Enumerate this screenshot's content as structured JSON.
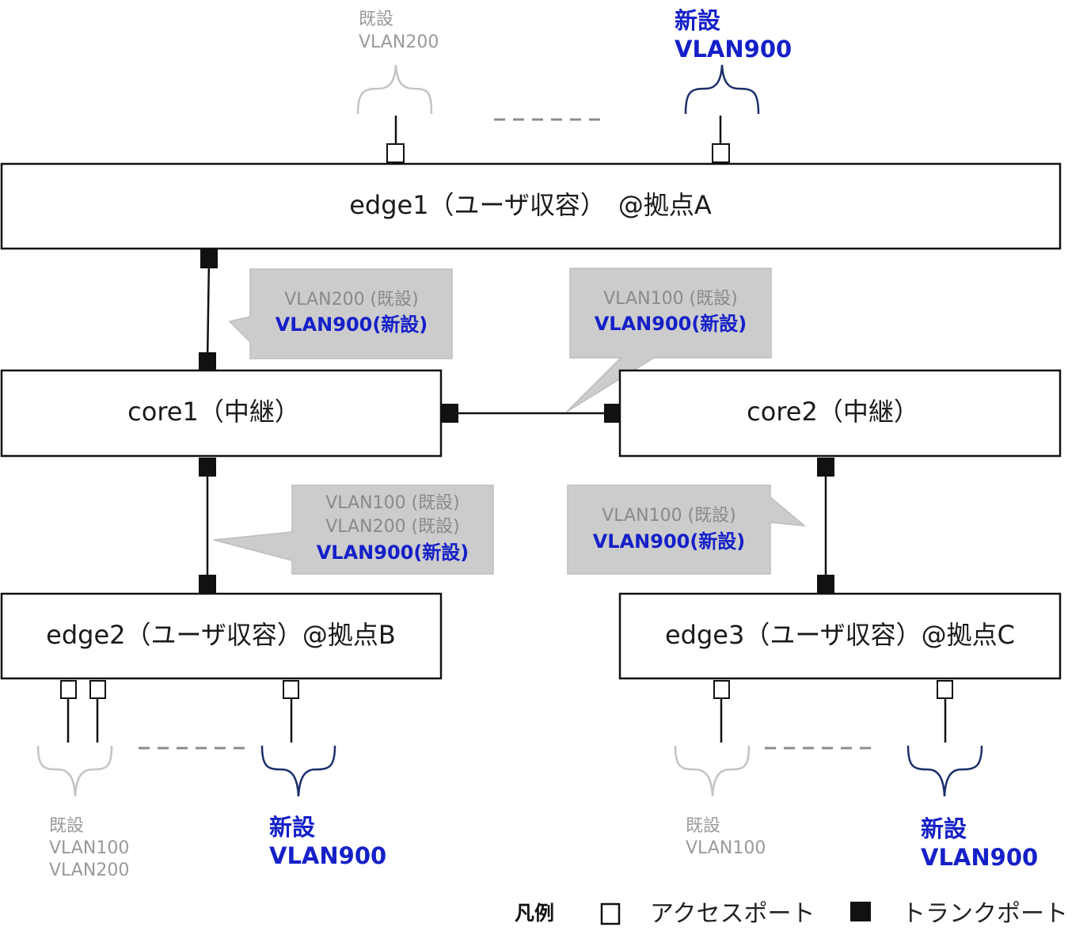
{
  "devices": {
    "edge1": "edge1（ユーザ収容）　@拠点A",
    "core1": "core1（中継）",
    "core2": "core2（中継）",
    "edge2": "edge2（ユーザ収容）@拠点B",
    "edge3": "edge3（ユーザ収容）@拠点C"
  },
  "top_groups": {
    "existing": {
      "line1": "既設",
      "line2": "VLAN200"
    },
    "new": {
      "line1": "新設",
      "line2": "VLAN900"
    }
  },
  "bottom_left_groups": {
    "existing": {
      "line1": "既設",
      "line2": "VLAN100",
      "line3": "VLAN200"
    },
    "new": {
      "line1": "新設",
      "line2": "VLAN900"
    }
  },
  "bottom_right_groups": {
    "existing": {
      "line1": "既設",
      "line2": "VLAN100"
    },
    "new": {
      "line1": "新設",
      "line2": "VLAN900"
    }
  },
  "callouts": {
    "edge1_core1": {
      "line1": "VLAN200 (既設)",
      "line2": "VLAN900(新設)"
    },
    "core1_core2": {
      "line1": "VLAN100 (既設)",
      "line2": "VLAN900(新設)"
    },
    "core1_edge2": {
      "line1": "VLAN100 (既設)",
      "line2": "VLAN200 (既設)",
      "line3": "VLAN900(新設)"
    },
    "core2_edge3": {
      "line1": "VLAN100 (既設)",
      "line2": "VLAN900(新設)"
    }
  },
  "legend": {
    "title": "凡例",
    "access_label": "アクセスポート",
    "trunk_label": "トランクポート"
  },
  "colors": {
    "existing_text": "#9a9a9a",
    "new_text": "#1520c8",
    "new_brace": "#1c2f6b",
    "callout_fill": "#cccccc"
  }
}
